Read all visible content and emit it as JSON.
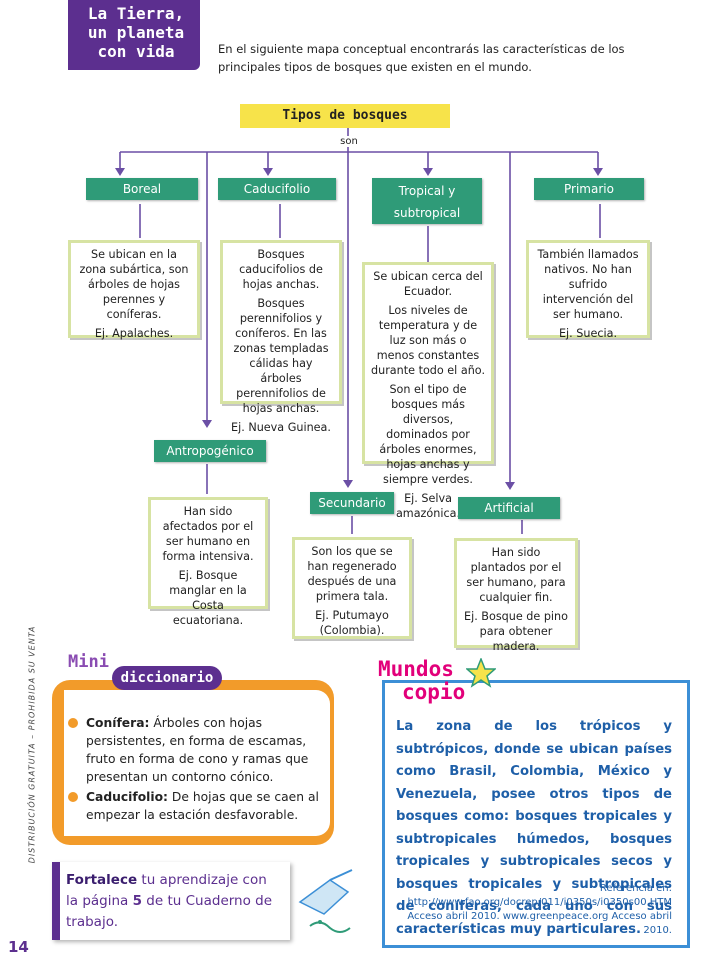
{
  "header": {
    "title": "La Tierra,\nun planeta\ncon vida",
    "intro": "En el siguiente mapa conceptual encontrarás las características de los principales tipos de bosques que existen en el mundo."
  },
  "side_text": "DISTRIBUCIÓN GRATUITA – PROHIBIDA SU VENTA",
  "map": {
    "root": "Tipos de bosques",
    "connector": "son",
    "boreal": {
      "label": "Boreal",
      "text": "Se ubican en la zona subártica, son árboles de hojas perennes y coníferas.",
      "example": "Ej. Apalaches."
    },
    "caducifolio": {
      "label": "Caducifolio",
      "text": "Bosques caducifolios de hojas anchas.",
      "text2": "Bosques perennifolios y coníferos. En las zonas templadas cálidas hay árboles perennifolios de hojas anchas.",
      "example": "Ej. Nueva Guinea."
    },
    "tropical": {
      "label": "Tropical y subtropical",
      "text": "Se ubican cerca del Ecuador.",
      "text2": "Los niveles de temperatura y de luz son más o menos constantes durante todo el año.",
      "text3": "Son el tipo de bosques más diversos, dominados por árboles enormes, hojas anchas y siempre verdes.",
      "example": "Ej. Selva amazónica."
    },
    "primario": {
      "label": "Primario",
      "text": "También llamados nativos. No han sufrido intervención del ser humano.",
      "example": "Ej. Suecia."
    },
    "antropogenico": {
      "label": "Antropogénico",
      "text": "Han sido afectados por el ser humano en forma intensiva.",
      "example": "Ej. Bosque manglar en la Costa ecuatoriana."
    },
    "secundario": {
      "label": "Secundario",
      "text": "Son los que se han regenerado después de una primera tala.",
      "example": "Ej. Putumayo (Colombia)."
    },
    "artificial": {
      "label": "Artificial",
      "text": "Han sido plantados por el ser humano, para cualquier fin.",
      "example": "Ej. Bosque de pino para obtener madera."
    }
  },
  "mini": {
    "title_a": "Mini",
    "title_b": "diccionario",
    "def1_term": "Conífera:",
    "def1_text": " Árboles con hojas persistentes, en forma de escamas, fruto en forma de cono y ramas que presentan un contorno cónico.",
    "def2_term": "Caducifolio:",
    "def2_text": " De hojas que se caen al empezar la estación desfavorable."
  },
  "fortalece": {
    "a": "Fortalece",
    "b": " tu aprendizaje con la página ",
    "c": "5",
    "d": " de tu Cuaderno de trabajo."
  },
  "mundos": {
    "logo_a": "Mundos",
    "logo_b": "copio",
    "text": "La zona de los trópicos y subtrópicos, donde se ubican países como Brasil, Colombia, México y Venezuela, posee otros tipos de bosques como: bosques tropicales y subtropicales húmedos, bosques tropicales y subtropicales secos y bosques tropicales y subtropicales de coníferas, cada uno con sus características muy particulares.",
    "ref": "Referencia en: http://www.fao.org/docrep/011/i0350s/i0350s00.HTM Acceso abril 2010. www.greenpeace.org  Acceso abril 2010."
  },
  "page_number": "14",
  "colors": {
    "accent": "#5c2f8f",
    "green": "#2f9b78",
    "orange": "#f29b2a",
    "blue": "#1e5fa8"
  }
}
